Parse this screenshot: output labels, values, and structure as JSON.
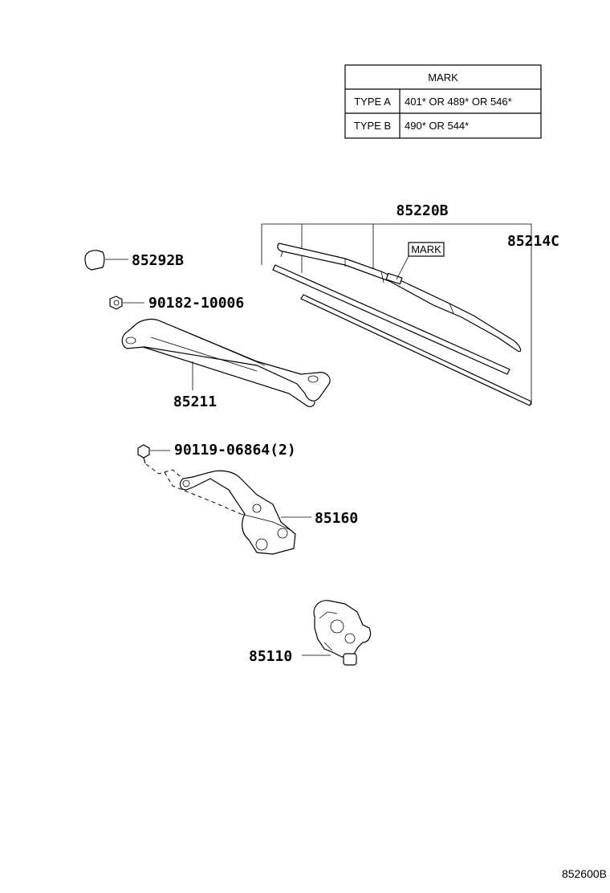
{
  "mark_table": {
    "header": "MARK",
    "rows": [
      {
        "type": "TYPE A",
        "marks": "401* OR 489* OR 546*"
      },
      {
        "type": "TYPE B",
        "marks": "490* OR 544*"
      }
    ]
  },
  "mark_tag": "MARK",
  "parts": {
    "blade_assembly": "85220B",
    "blade_rubber": "85214C",
    "cap": "85292B",
    "nut": "90182-10006",
    "arm": "85211",
    "bolt": "90119-06864(2)",
    "link": "85160",
    "motor": "85110"
  },
  "diagram_ref": "852600B"
}
